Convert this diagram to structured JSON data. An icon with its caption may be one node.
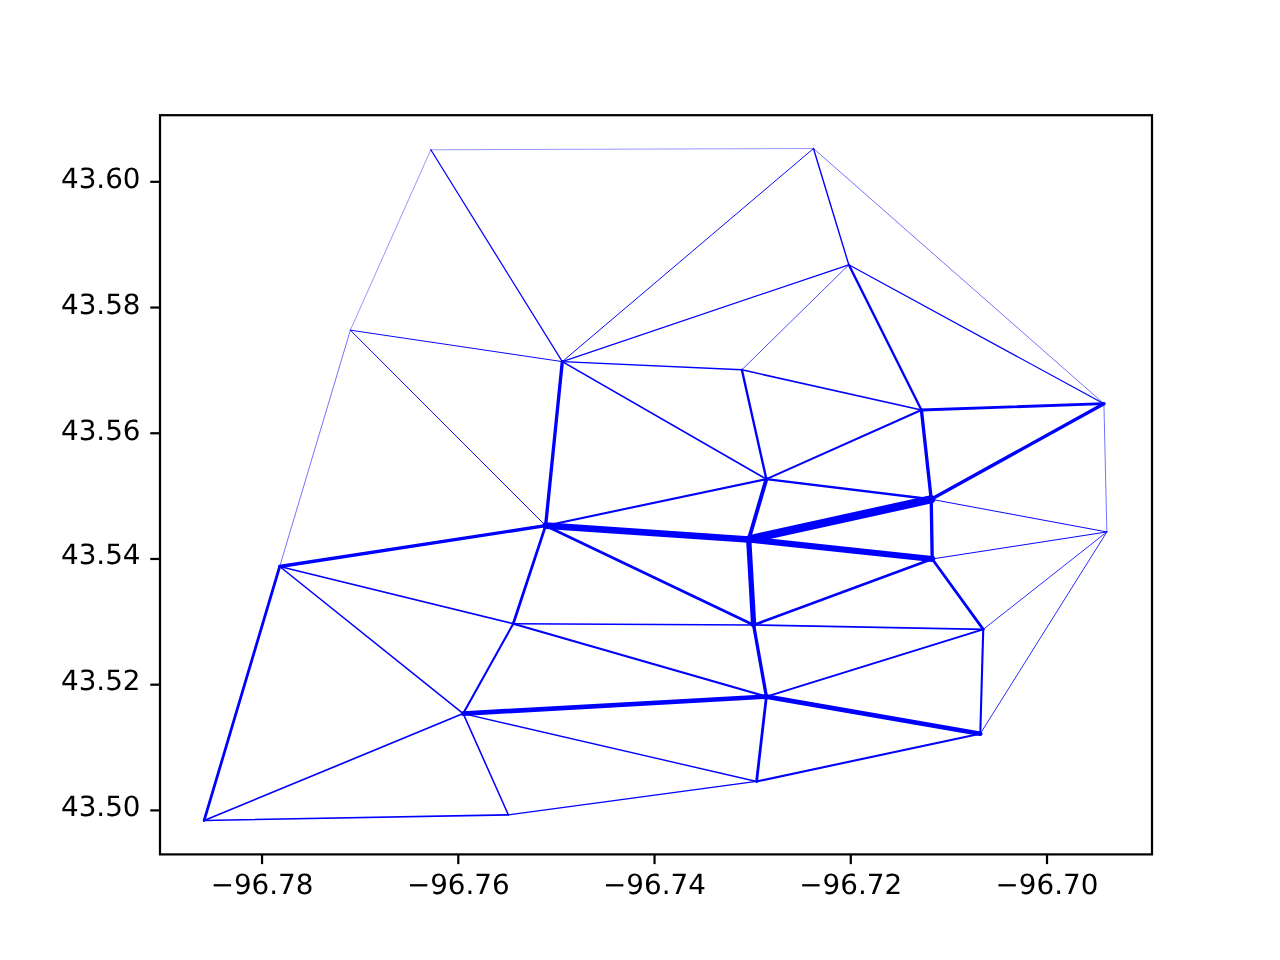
{
  "diagram": {
    "chart_data": {
      "type": "line",
      "xlim": [
        -96.7904,
        -96.6893
      ],
      "ylim": [
        43.493,
        43.6106
      ],
      "xticks": [
        {
          "value": -96.78,
          "label": "−96.78"
        },
        {
          "value": -96.76,
          "label": "−96.76"
        },
        {
          "value": -96.74,
          "label": "−96.74"
        },
        {
          "value": -96.72,
          "label": "−96.72"
        },
        {
          "value": -96.7,
          "label": "−96.70"
        }
      ],
      "yticks": [
        {
          "value": 43.5,
          "label": "43.50"
        },
        {
          "value": 43.52,
          "label": "43.52"
        },
        {
          "value": 43.54,
          "label": "43.54"
        },
        {
          "value": 43.56,
          "label": "43.56"
        },
        {
          "value": 43.58,
          "label": "43.58"
        },
        {
          "value": 43.6,
          "label": "43.60"
        }
      ],
      "series": [
        {
          "color": "#0000ff",
          "x": [
            -96.7628,
            -96.7238
          ],
          "values": [
            43.6051,
            43.6053
          ]
        },
        {
          "color": "#0000ff",
          "x": [
            -96.7628,
            -96.771
          ],
          "values": [
            43.6051,
            43.5764
          ]
        },
        {
          "color": "#0000ff",
          "x": [
            -96.7628,
            -96.7494
          ],
          "values": [
            43.6051,
            43.5714
          ]
        },
        {
          "color": "#0000ff",
          "x": [
            -96.771,
            -96.7494
          ],
          "values": [
            43.5764,
            43.5714
          ]
        },
        {
          "color": "#0000ff",
          "x": [
            -96.771,
            -96.7782
          ],
          "values": [
            43.5764,
            43.5388
          ]
        },
        {
          "color": "#0000ff",
          "x": [
            -96.771,
            -96.7511
          ],
          "values": [
            43.5764,
            43.5453
          ]
        },
        {
          "color": "#0000ff",
          "x": [
            -96.7494,
            -96.7238
          ],
          "values": [
            43.5714,
            43.6053
          ]
        },
        {
          "color": "#0000ff",
          "x": [
            -96.7494,
            -96.7202
          ],
          "values": [
            43.5714,
            43.5868
          ]
        },
        {
          "color": "#0000ff",
          "x": [
            -96.7494,
            -96.7311
          ],
          "values": [
            43.5714,
            43.5701
          ]
        },
        {
          "color": "#0000ff",
          "x": [
            -96.7494,
            -96.7286
          ],
          "values": [
            43.5714,
            43.5527
          ]
        },
        {
          "color": "#0000ff",
          "x": [
            -96.7494,
            -96.7511
          ],
          "values": [
            43.5714,
            43.5453
          ]
        },
        {
          "color": "#0000ff",
          "x": [
            -96.7238,
            -96.7202
          ],
          "values": [
            43.6053,
            43.5868
          ]
        },
        {
          "color": "#0000ff",
          "x": [
            -96.7238,
            -96.6942
          ],
          "values": [
            43.6053,
            43.5647
          ]
        },
        {
          "color": "#0000ff",
          "x": [
            -96.7202,
            -96.7311
          ],
          "values": [
            43.5868,
            43.5701
          ]
        },
        {
          "color": "#0000ff",
          "x": [
            -96.7202,
            -96.7128
          ],
          "values": [
            43.5868,
            43.5637
          ]
        },
        {
          "color": "#0000ff",
          "x": [
            -96.7202,
            -96.6942
          ],
          "values": [
            43.5868,
            43.5647
          ]
        },
        {
          "color": "#0000ff",
          "x": [
            -96.7311,
            -96.7128
          ],
          "values": [
            43.5701,
            43.5637
          ]
        },
        {
          "color": "#0000ff",
          "x": [
            -96.7311,
            -96.7286
          ],
          "values": [
            43.5701,
            43.5527
          ]
        },
        {
          "color": "#0000ff",
          "x": [
            -96.7128,
            -96.6942
          ],
          "values": [
            43.5637,
            43.5647
          ]
        },
        {
          "color": "#0000ff",
          "x": [
            -96.7128,
            -96.7286
          ],
          "values": [
            43.5637,
            43.5527
          ]
        },
        {
          "color": "#0000ff",
          "x": [
            -96.7128,
            -96.7118
          ],
          "values": [
            43.5637,
            43.5495
          ]
        },
        {
          "color": "#0000ff",
          "x": [
            -96.6942,
            -96.7118
          ],
          "values": [
            43.5647,
            43.5495
          ]
        },
        {
          "color": "#0000ff",
          "x": [
            -96.6942,
            -96.6939
          ],
          "values": [
            43.5647,
            43.5443
          ]
        },
        {
          "color": "#0000ff",
          "x": [
            -96.7286,
            -96.7118
          ],
          "values": [
            43.5527,
            43.5495
          ]
        },
        {
          "color": "#0000ff",
          "x": [
            -96.7286,
            -96.7304
          ],
          "values": [
            43.5527,
            43.5431
          ]
        },
        {
          "color": "#0000ff",
          "x": [
            -96.7286,
            -96.7511
          ],
          "values": [
            43.5527,
            43.5453
          ]
        },
        {
          "color": "#0000ff",
          "x": [
            -96.7118,
            -96.7304
          ],
          "values": [
            43.5495,
            43.5431
          ]
        },
        {
          "color": "#0000ff",
          "x": [
            -96.7117,
            -96.7304
          ],
          "values": [
            43.54,
            43.5431
          ]
        },
        {
          "color": "#0000ff",
          "x": [
            -96.7511,
            -96.7304
          ],
          "values": [
            43.5453,
            43.5431
          ]
        },
        {
          "color": "#0000ff",
          "x": [
            -96.7304,
            -96.7299
          ],
          "values": [
            43.5431,
            43.5295
          ]
        },
        {
          "color": "#0000ff",
          "x": [
            -96.7118,
            -96.7117
          ],
          "values": [
            43.5495,
            43.54
          ]
        },
        {
          "color": "#0000ff",
          "x": [
            -96.7118,
            -96.6939
          ],
          "values": [
            43.5495,
            43.5443
          ]
        },
        {
          "color": "#0000ff",
          "x": [
            -96.7117,
            -96.6939
          ],
          "values": [
            43.54,
            43.5443
          ]
        },
        {
          "color": "#0000ff",
          "x": [
            -96.7117,
            -96.7299
          ],
          "values": [
            43.54,
            43.5295
          ]
        },
        {
          "color": "#0000ff",
          "x": [
            -96.7117,
            -96.7065
          ],
          "values": [
            43.54,
            43.5288
          ]
        },
        {
          "color": "#0000ff",
          "x": [
            -96.7065,
            -96.6939
          ],
          "values": [
            43.5288,
            43.5443
          ]
        },
        {
          "color": "#0000ff",
          "x": [
            -96.7299,
            -96.7065
          ],
          "values": [
            43.5295,
            43.5288
          ]
        },
        {
          "color": "#0000ff",
          "x": [
            -96.7299,
            -96.7286
          ],
          "values": [
            43.5295,
            43.5181
          ]
        },
        {
          "color": "#0000ff",
          "x": [
            -96.7286,
            -96.7065
          ],
          "values": [
            43.5181,
            43.5288
          ]
        },
        {
          "color": "#0000ff",
          "x": [
            -96.7286,
            -96.7068
          ],
          "values": [
            43.5181,
            43.5122
          ]
        },
        {
          "color": "#0000ff",
          "x": [
            -96.7065,
            -96.7068
          ],
          "values": [
            43.5288,
            43.5122
          ]
        },
        {
          "color": "#0000ff",
          "x": [
            -96.7068,
            -96.6939
          ],
          "values": [
            43.5122,
            43.5443
          ]
        },
        {
          "color": "#0000ff",
          "x": [
            -96.7286,
            -96.7296
          ],
          "values": [
            43.5181,
            43.5046
          ]
        },
        {
          "color": "#0000ff",
          "x": [
            -96.7296,
            -96.7068
          ],
          "values": [
            43.5046,
            43.5122
          ]
        },
        {
          "color": "#0000ff",
          "x": [
            -96.7511,
            -96.7782
          ],
          "values": [
            43.5453,
            43.5388
          ]
        },
        {
          "color": "#0000ff",
          "x": [
            -96.7511,
            -96.7299
          ],
          "values": [
            43.5453,
            43.5295
          ]
        },
        {
          "color": "#0000ff",
          "x": [
            -96.7511,
            -96.7544
          ],
          "values": [
            43.5453,
            43.5297
          ]
        },
        {
          "color": "#0000ff",
          "x": [
            -96.7782,
            -96.7544
          ],
          "values": [
            43.5388,
            43.5297
          ]
        },
        {
          "color": "#0000ff",
          "x": [
            -96.7782,
            -96.7595
          ],
          "values": [
            43.5388,
            43.5154
          ]
        },
        {
          "color": "#0000ff",
          "x": [
            -96.7782,
            -96.7859
          ],
          "values": [
            43.5388,
            43.4984
          ]
        },
        {
          "color": "#0000ff",
          "x": [
            -96.7544,
            -96.7299
          ],
          "values": [
            43.5297,
            43.5295
          ]
        },
        {
          "color": "#0000ff",
          "x": [
            -96.7544,
            -96.7286
          ],
          "values": [
            43.5297,
            43.5181
          ]
        },
        {
          "color": "#0000ff",
          "x": [
            -96.7544,
            -96.7595
          ],
          "values": [
            43.5297,
            43.5154
          ]
        },
        {
          "color": "#0000ff",
          "x": [
            -96.7595,
            -96.7286
          ],
          "values": [
            43.5154,
            43.5181
          ]
        },
        {
          "color": "#0000ff",
          "x": [
            -96.7595,
            -96.7296
          ],
          "values": [
            43.5154,
            43.5046
          ]
        },
        {
          "color": "#0000ff",
          "x": [
            -96.7595,
            -96.7549
          ],
          "values": [
            43.5154,
            43.4993
          ]
        },
        {
          "color": "#0000ff",
          "x": [
            -96.7595,
            -96.7859
          ],
          "values": [
            43.5154,
            43.4984
          ]
        },
        {
          "color": "#0000ff",
          "x": [
            -96.7859,
            -96.7549
          ],
          "values": [
            43.4984,
            43.4993
          ]
        },
        {
          "color": "#0000ff",
          "x": [
            -96.7549,
            -96.7296
          ],
          "values": [
            43.4993,
            43.5046
          ]
        }
      ]
    }
  }
}
